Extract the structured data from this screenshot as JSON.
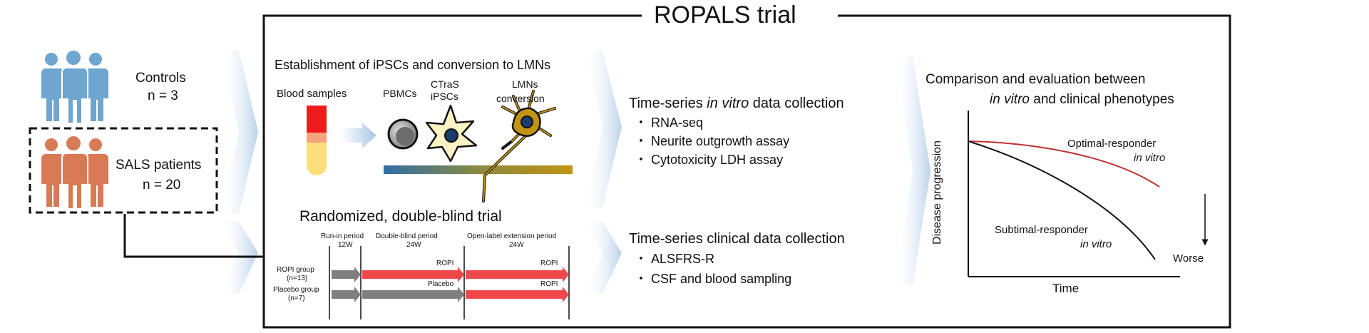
{
  "title": "ROPALS trial",
  "left": {
    "controls_label": "Controls",
    "controls_n": "n = 3",
    "sals_label": "SALS patients",
    "sals_n": "n = 20"
  },
  "establishment": {
    "heading": "Establishment of iPSCs and conversion to LMNs",
    "blood_samples": "Blood samples",
    "pbmcs": "PBMCs",
    "ctras_1": "CTraS",
    "ctras_2": "iPSCs",
    "lmns_1": "LMNs",
    "lmns_2": "conversion"
  },
  "invitro": {
    "heading_a": "Time-series ",
    "heading_b": "in vitro",
    "heading_c": " data collection",
    "items": [
      "RNA-seq",
      "Neurite outgrowth assay",
      "Cytotoxicity LDH assay"
    ]
  },
  "trial": {
    "heading": "Randomized, double-blind trial",
    "periods": [
      {
        "name": "Run-in period",
        "duration": "12W"
      },
      {
        "name": "Double-blind period",
        "duration": "24W"
      },
      {
        "name": "Open-label extension period",
        "duration": "24W"
      }
    ],
    "groups": [
      {
        "name": "ROPI group",
        "n": "(n=13)",
        "arm_labels": [
          "ROPI",
          "ROPI"
        ]
      },
      {
        "name": "Placebo group",
        "n": "(n=7)",
        "arm_labels": [
          "Placebo",
          "ROPI"
        ]
      }
    ]
  },
  "clinical": {
    "heading": "Time-series clinical data collection",
    "items": [
      "ALSFRS-R",
      "CSF and blood sampling"
    ]
  },
  "comparison": {
    "heading_1": "Comparison and evaluation between",
    "heading_2a": "in vitro",
    "heading_2b": " and clinical phenotypes",
    "ylabel": "Disease progression",
    "xlabel": "Time",
    "optimal_1": "Optimal-responder",
    "optimal_2": "in vitro",
    "subopt_1": "Subtimal-responder",
    "subopt_2": "in vitro",
    "worse": "Worse"
  },
  "colors": {
    "controls_blue": "#6ea6cf",
    "patients_orange": "#d87a56",
    "arrow_red": "#f0484a",
    "arrow_gray": "#7f7f7f",
    "optimal_curve": "#c0302e",
    "chevron_blue": "#c9dcee"
  },
  "icons": [
    "person-icon",
    "blood-tube-icon",
    "pbmc-cell-icon",
    "ipsc-cell-icon",
    "neuron-icon"
  ]
}
